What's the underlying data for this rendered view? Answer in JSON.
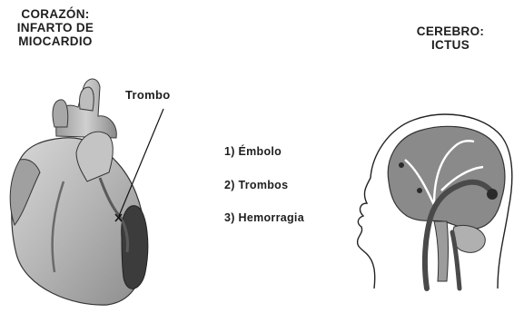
{
  "heart": {
    "title_line1": "CORAZÓN:",
    "title_line2": "INFARTO DE",
    "title_line3": "MIOCARDIO",
    "thrombus_label": "Trombo"
  },
  "causes": [
    "1) Émbolo",
    "2) Trombos",
    "3) Hemorragia"
  ],
  "brain": {
    "title_line1": "CEREBRO:",
    "title_line2": "ICTUS"
  },
  "colors": {
    "text": "#1e1e1e",
    "heart_body": "#b9b9b9",
    "heart_shadow": "#555555",
    "brain_gray": "#8a8a8a",
    "vessel": "#4a4a4a",
    "outline": "#2a2a2a"
  }
}
